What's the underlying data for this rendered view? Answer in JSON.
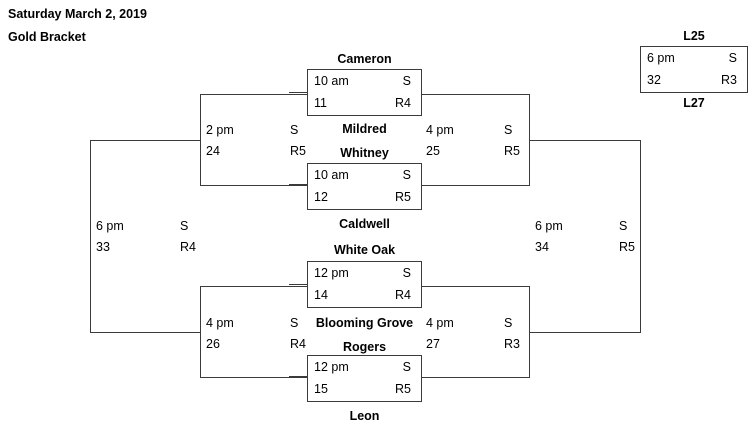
{
  "header": {
    "date": "Saturday March 2, 2019",
    "bracket_title": "Gold Bracket"
  },
  "bracket": {
    "matches": [
      {
        "id": "11",
        "top_team": "Cameron",
        "bottom_team": "Mildred",
        "time": "10 am",
        "division": "S",
        "number": "11",
        "round": "R4"
      },
      {
        "id": "12",
        "top_team": "Whitney",
        "bottom_team": "Caldwell",
        "time": "10 am",
        "division": "S",
        "number": "12",
        "round": "R5"
      },
      {
        "id": "14",
        "top_team": "White Oak",
        "bottom_team": "Blooming Grove",
        "time": "12 pm",
        "division": "S",
        "number": "14",
        "round": "R4"
      },
      {
        "id": "15",
        "top_team": "Rogers",
        "bottom_team": "Leon",
        "time": "12 pm",
        "division": "S",
        "number": "15",
        "round": "R5"
      }
    ],
    "slots": [
      {
        "id": "24",
        "time": "2 pm",
        "division": "S",
        "number": "24",
        "round": "R5"
      },
      {
        "id": "25",
        "time": "4 pm",
        "division": "S",
        "number": "25",
        "round": "R5"
      },
      {
        "id": "26",
        "time": "4 pm",
        "division": "S",
        "number": "26",
        "round": "R4"
      },
      {
        "id": "27",
        "time": "4 pm",
        "division": "S",
        "number": "27",
        "round": "R3"
      },
      {
        "id": "33",
        "time": "6 pm",
        "division": "S",
        "number": "33",
        "round": "R4"
      },
      {
        "id": "34",
        "time": "6 pm",
        "division": "S",
        "number": "34",
        "round": "R5"
      }
    ],
    "final": {
      "top_label": "L25",
      "bottom_label": "L27",
      "time": "6 pm",
      "division": "S",
      "number": "32",
      "round": "R3"
    }
  }
}
